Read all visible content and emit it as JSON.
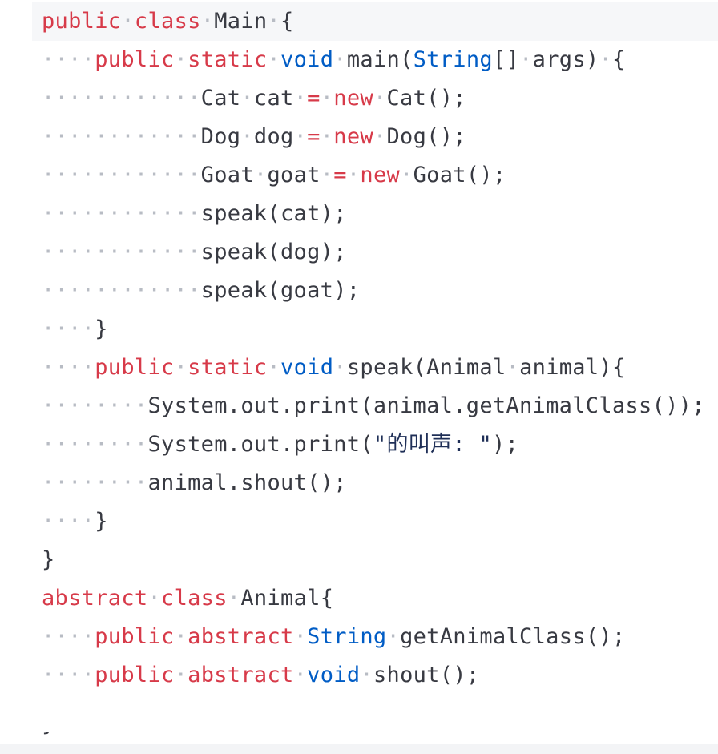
{
  "colors": {
    "keyword": "#d73a49",
    "type": "#005cc5",
    "text": "#383a42",
    "whitespace_marker": "#b8bcc4",
    "current_line_bg": "#f6f7f9"
  },
  "code": {
    "lines": [
      [
        {
          "t": "kw",
          "v": "public"
        },
        {
          "t": "ws",
          "v": "·"
        },
        {
          "t": "kw",
          "v": "class"
        },
        {
          "t": "ws",
          "v": "·"
        },
        {
          "t": "plain",
          "v": "Main"
        },
        {
          "t": "ws",
          "v": "·"
        },
        {
          "t": "plain",
          "v": "{"
        }
      ],
      [
        {
          "t": "ws",
          "v": "····"
        },
        {
          "t": "kw",
          "v": "public"
        },
        {
          "t": "ws",
          "v": "·"
        },
        {
          "t": "kw",
          "v": "static"
        },
        {
          "t": "ws",
          "v": "·"
        },
        {
          "t": "type",
          "v": "void"
        },
        {
          "t": "ws",
          "v": "·"
        },
        {
          "t": "plain",
          "v": "main("
        },
        {
          "t": "type",
          "v": "String"
        },
        {
          "t": "plain",
          "v": "[]"
        },
        {
          "t": "ws",
          "v": "·"
        },
        {
          "t": "plain",
          "v": "args)"
        },
        {
          "t": "ws",
          "v": "·"
        },
        {
          "t": "plain",
          "v": "{"
        }
      ],
      [
        {
          "t": "ws",
          "v": "············"
        },
        {
          "t": "plain",
          "v": "Cat"
        },
        {
          "t": "ws",
          "v": "·"
        },
        {
          "t": "plain",
          "v": "cat"
        },
        {
          "t": "ws",
          "v": "·"
        },
        {
          "t": "kw",
          "v": "="
        },
        {
          "t": "ws",
          "v": "·"
        },
        {
          "t": "kw",
          "v": "new"
        },
        {
          "t": "ws",
          "v": "·"
        },
        {
          "t": "plain",
          "v": "Cat();"
        }
      ],
      [
        {
          "t": "ws",
          "v": "············"
        },
        {
          "t": "plain",
          "v": "Dog"
        },
        {
          "t": "ws",
          "v": "·"
        },
        {
          "t": "plain",
          "v": "dog"
        },
        {
          "t": "ws",
          "v": "·"
        },
        {
          "t": "kw",
          "v": "="
        },
        {
          "t": "ws",
          "v": "·"
        },
        {
          "t": "kw",
          "v": "new"
        },
        {
          "t": "ws",
          "v": "·"
        },
        {
          "t": "plain",
          "v": "Dog();"
        }
      ],
      [
        {
          "t": "ws",
          "v": "············"
        },
        {
          "t": "plain",
          "v": "Goat"
        },
        {
          "t": "ws",
          "v": "·"
        },
        {
          "t": "plain",
          "v": "goat"
        },
        {
          "t": "ws",
          "v": "·"
        },
        {
          "t": "kw",
          "v": "="
        },
        {
          "t": "ws",
          "v": "·"
        },
        {
          "t": "kw",
          "v": "new"
        },
        {
          "t": "ws",
          "v": "·"
        },
        {
          "t": "plain",
          "v": "Goat();"
        }
      ],
      [
        {
          "t": "ws",
          "v": "············"
        },
        {
          "t": "plain",
          "v": "speak(cat);"
        }
      ],
      [
        {
          "t": "ws",
          "v": "············"
        },
        {
          "t": "plain",
          "v": "speak(dog);"
        }
      ],
      [
        {
          "t": "ws",
          "v": "············"
        },
        {
          "t": "plain",
          "v": "speak(goat);"
        }
      ],
      [
        {
          "t": "ws",
          "v": "····"
        },
        {
          "t": "plain",
          "v": "}"
        }
      ],
      [
        {
          "t": "ws",
          "v": "····"
        },
        {
          "t": "kw",
          "v": "public"
        },
        {
          "t": "ws",
          "v": "·"
        },
        {
          "t": "kw",
          "v": "static"
        },
        {
          "t": "ws",
          "v": "·"
        },
        {
          "t": "type",
          "v": "void"
        },
        {
          "t": "ws",
          "v": "·"
        },
        {
          "t": "plain",
          "v": "speak(Animal"
        },
        {
          "t": "ws",
          "v": "·"
        },
        {
          "t": "plain",
          "v": "animal){"
        }
      ],
      [
        {
          "t": "ws",
          "v": "········"
        },
        {
          "t": "plain",
          "v": "System.out.print(animal.getAnimalClass());"
        }
      ],
      [
        {
          "t": "ws",
          "v": "········"
        },
        {
          "t": "plain",
          "v": "System.out.print("
        },
        {
          "t": "str",
          "v": "\"的叫声: \""
        },
        {
          "t": "plain",
          "v": ");"
        }
      ],
      [
        {
          "t": "ws",
          "v": "········"
        },
        {
          "t": "plain",
          "v": "animal.shout();"
        }
      ],
      [
        {
          "t": "ws",
          "v": "····"
        },
        {
          "t": "plain",
          "v": "}"
        }
      ],
      [
        {
          "t": "plain",
          "v": "}"
        }
      ],
      [
        {
          "t": "kw",
          "v": "abstract"
        },
        {
          "t": "ws",
          "v": "·"
        },
        {
          "t": "kw",
          "v": "class"
        },
        {
          "t": "ws",
          "v": "·"
        },
        {
          "t": "plain",
          "v": "Animal{"
        }
      ],
      [
        {
          "t": "ws",
          "v": "····"
        },
        {
          "t": "kw",
          "v": "public"
        },
        {
          "t": "ws",
          "v": "·"
        },
        {
          "t": "kw",
          "v": "abstract"
        },
        {
          "t": "ws",
          "v": "·"
        },
        {
          "t": "type",
          "v": "String"
        },
        {
          "t": "ws",
          "v": "·"
        },
        {
          "t": "plain",
          "v": "getAnimalClass();"
        }
      ],
      [
        {
          "t": "ws",
          "v": "····"
        },
        {
          "t": "kw",
          "v": "public"
        },
        {
          "t": "ws",
          "v": "·"
        },
        {
          "t": "kw",
          "v": "abstract"
        },
        {
          "t": "ws",
          "v": "·"
        },
        {
          "t": "type",
          "v": "void"
        },
        {
          "t": "ws",
          "v": "·"
        },
        {
          "t": "plain",
          "v": "shout();"
        }
      ],
      []
    ],
    "partial_last_line": "}"
  }
}
